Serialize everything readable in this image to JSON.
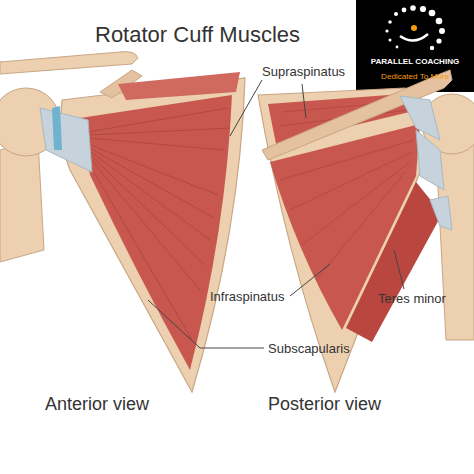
{
  "diagram": {
    "title": "Rotator Cuff Muscles",
    "nodes": [
      {
        "text": [
          "PARALLEL COACHING",
          "Dedicated To More"
        ]
      }
    ],
    "labels": [
      "Supraspinatus",
      "Infraspinatus",
      "Subscapularis",
      "Teres minor",
      "Anterior view",
      "Posterior view"
    ]
  }
}
